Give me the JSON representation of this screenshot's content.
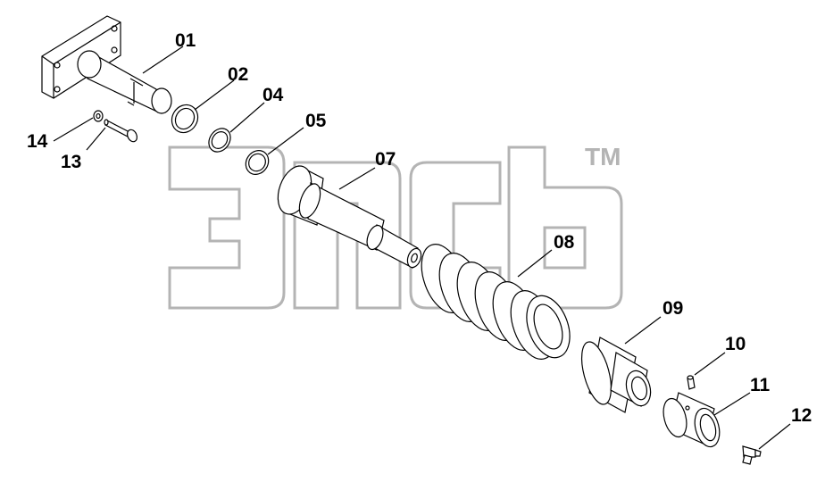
{
  "diagram": {
    "watermark": {
      "text": "эпсб",
      "trademark": "TM"
    },
    "parts": [
      {
        "id": "part-01",
        "label": "01",
        "shape": "flanged-pin"
      },
      {
        "id": "part-02",
        "label": "02",
        "shape": "o-ring"
      },
      {
        "id": "part-04",
        "label": "04",
        "shape": "o-ring"
      },
      {
        "id": "part-05",
        "label": "05",
        "shape": "o-ring"
      },
      {
        "id": "part-07",
        "label": "07",
        "shape": "stepped-rod"
      },
      {
        "id": "part-08",
        "label": "08",
        "shape": "coil-spring"
      },
      {
        "id": "part-09",
        "label": "09",
        "shape": "flanged-bushing"
      },
      {
        "id": "part-10",
        "label": "10",
        "shape": "grease-fitting"
      },
      {
        "id": "part-11",
        "label": "11",
        "shape": "collar"
      },
      {
        "id": "part-12",
        "label": "12",
        "shape": "grease-nipple"
      },
      {
        "id": "part-13",
        "label": "13",
        "shape": "bolt"
      },
      {
        "id": "part-14",
        "label": "14",
        "shape": "washer"
      }
    ]
  }
}
